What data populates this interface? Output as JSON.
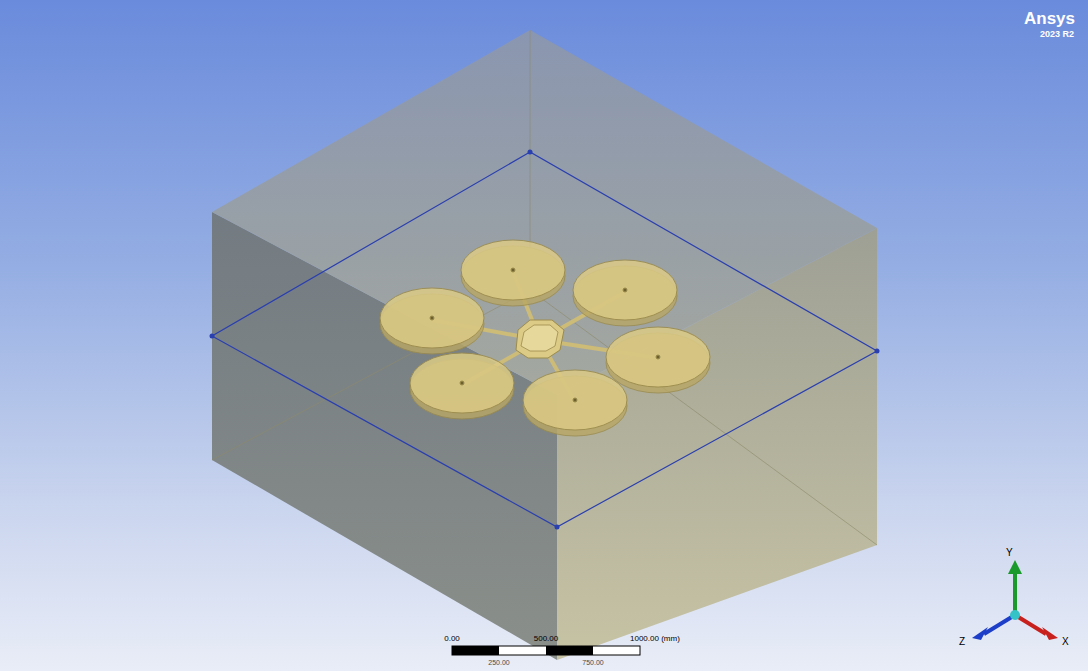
{
  "diagram": {
    "labels": [
      "Ansys",
      "2023 R2",
      "0.00",
      "500.00",
      "1000.00 (mm)",
      "250.00",
      "750.00",
      "Y",
      "Z",
      "X"
    ]
  }
}
